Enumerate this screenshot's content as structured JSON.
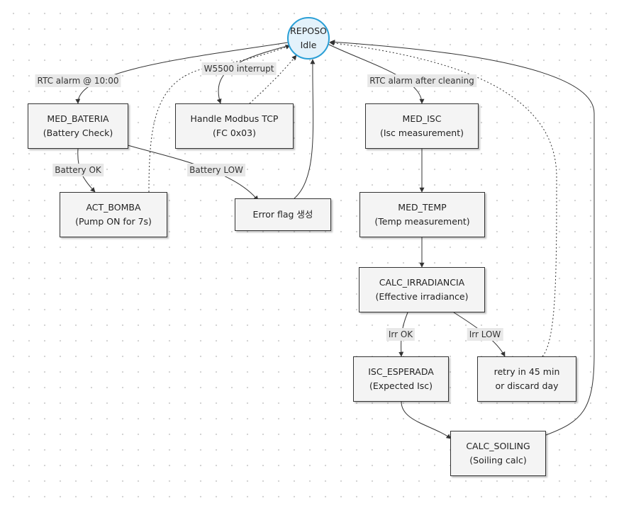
{
  "diagram": {
    "nodes": {
      "reposo": {
        "line1": "REPOSO",
        "line2": "Idle"
      },
      "med_bateria": {
        "line1": "MED_BATERIA",
        "line2": "(Battery Check)"
      },
      "handle_modbus": {
        "line1": "Handle Modbus TCP",
        "line2": "(FC 0x03)"
      },
      "med_isc": {
        "line1": "MED_ISC",
        "line2": "(Isc measurement)"
      },
      "act_bomba": {
        "line1": "ACT_BOMBA",
        "line2": "(Pump ON for 7s)"
      },
      "error_flag": {
        "line1": "Error flag 생성"
      },
      "med_temp": {
        "line1": "MED_TEMP",
        "line2": "(Temp measurement)"
      },
      "calc_irradiancia": {
        "line1": "CALC_IRRADIANCIA",
        "line2": "(Effective irradiance)"
      },
      "isc_esperada": {
        "line1": "ISC_ESPERADA",
        "line2": "(Expected Isc)"
      },
      "retry": {
        "line1": "retry in 45 min",
        "line2": "or discard day"
      },
      "calc_soiling": {
        "line1": "CALC_SOILING",
        "line2": "(Soiling calc)"
      }
    },
    "edge_labels": {
      "rtc_1000": "RTC alarm @ 10:00",
      "w5500": "W5500 interrupt",
      "rtc_cleaning": "RTC alarm after cleaning",
      "battery_ok": "Battery OK",
      "battery_low": "Battery LOW",
      "irr_ok": "Irr OK",
      "irr_low": "Irr LOW"
    },
    "colors": {
      "start_fill": "#e3f2fb",
      "start_stroke": "#2a9fd6",
      "node_fill": "#f4f4f4",
      "node_stroke": "#333333",
      "edge": "#333333"
    }
  }
}
